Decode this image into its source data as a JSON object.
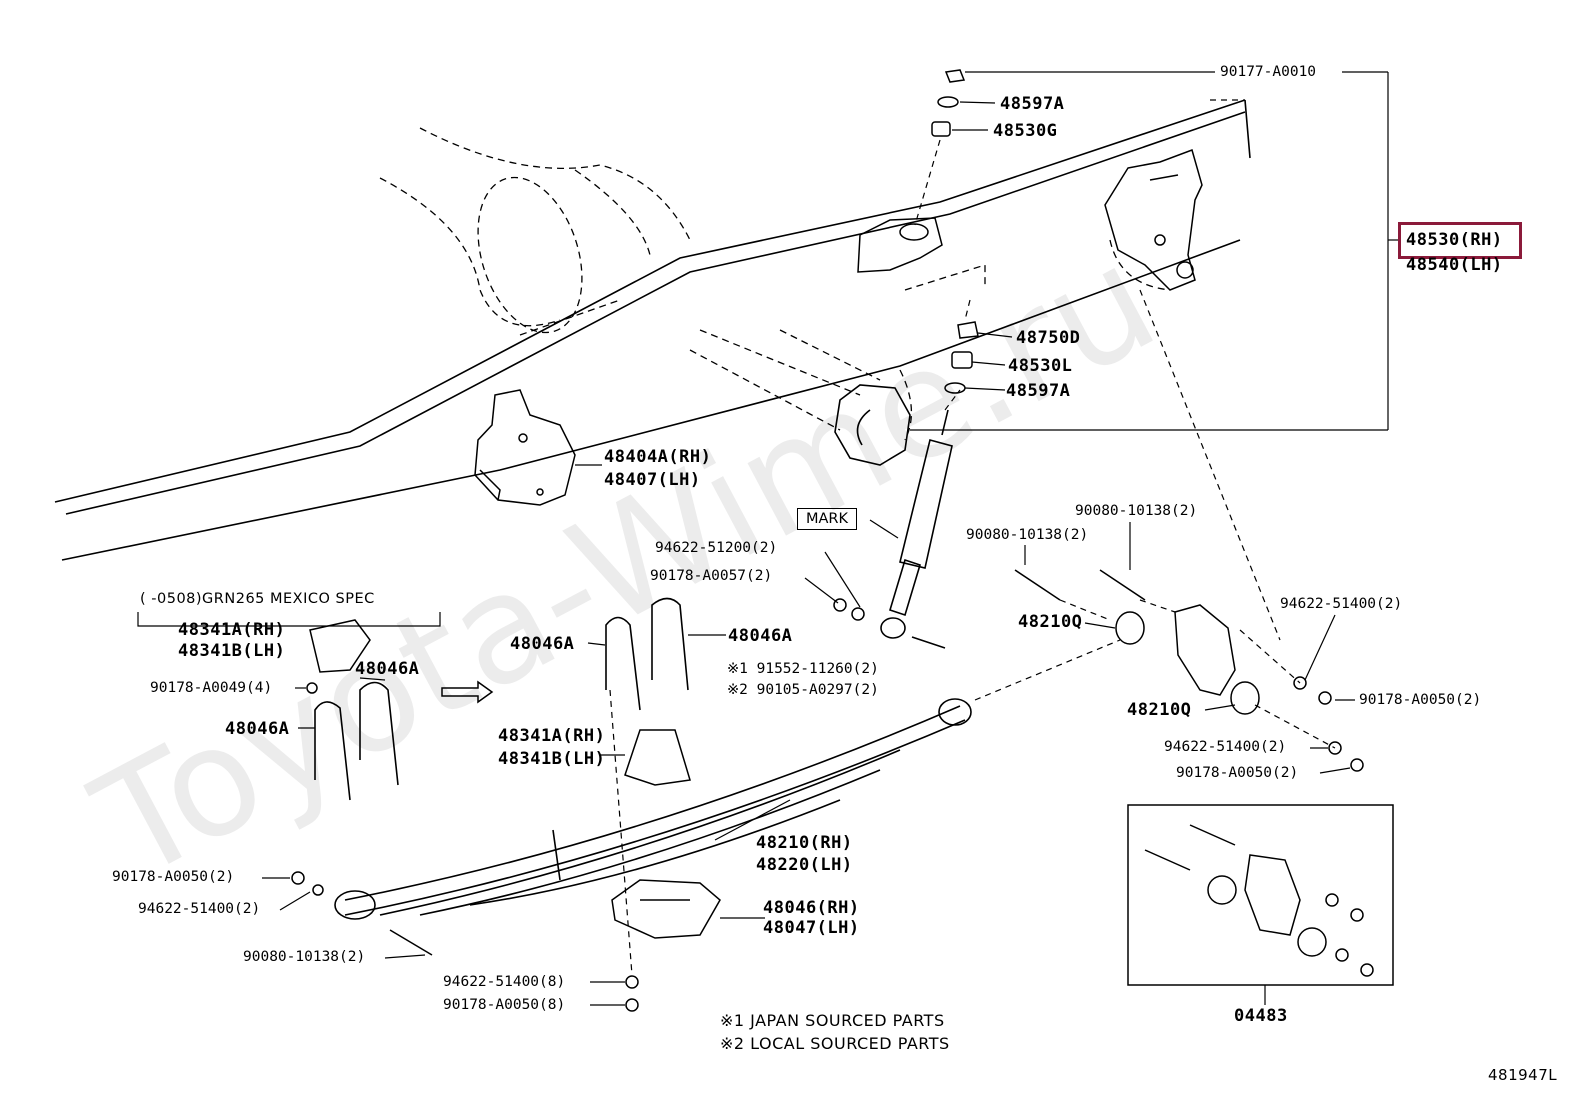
{
  "watermark": "Toyota-Wime.ru",
  "highlight_color": "#8b1a3a",
  "labels": {
    "p90177_a0010": "90177-A0010",
    "p48597a_top": "48597A",
    "p48530g": "48530G",
    "p48530_rh": "48530(RH)",
    "p48540_lh": "48540(LH)",
    "p48750d": "48750D",
    "p48530l": "48530L",
    "p48597a_bot": "48597A",
    "p48404a_rh": "48404A(RH)",
    "p48407_lh": "48407(LH)",
    "mark": "MARK",
    "p94622_51200": "94622-51200(2)",
    "p90178_a0057": "90178-A0057(2)",
    "p48046a_mid_left": "48046A",
    "p48046a_mid_right": "48046A",
    "p91552_11260": "※1 91552-11260(2)",
    "p90105_a0297": "※2 90105-A0297(2)",
    "p90080_10138_a": "90080-10138(2)",
    "p90080_10138_b": "90080-10138(2)",
    "p48210q_a": "48210Q",
    "p48210q_b": "48210Q",
    "p94622_51400_right": "94622-51400(2)",
    "p90178_a0050_right": "90178-A0050(2)",
    "p94622_51400_mid": "94622-51400(2)",
    "p90178_a0050_mid": "90178-A0050(2)",
    "mexico_spec": "(    -0508)GRN265 MEXICO SPEC",
    "p48341a_rh_left": "48341A(RH)",
    "p48341b_lh_left": "48341B(LH)",
    "p48046a_left_top": "48046A",
    "p90178_a0049": "90178-A0049(4)",
    "p48046a_left": "48046A",
    "p48341a_rh_mid": "48341A(RH)",
    "p48341b_lh_mid": "48341B(LH)",
    "p48210_rh": "48210(RH)",
    "p48220_lh": "48220(LH)",
    "p90178_a0050_left": "90178-A0050(2)",
    "p94622_51400_left": "94622-51400(2)",
    "p90080_10138_left": "90080-10138(2)",
    "p48046_rh": "48046(RH)",
    "p48047_lh": "48047(LH)",
    "p94622_51400_8": "94622-51400(8)",
    "p90178_a0050_8": "90178-A0050(8)",
    "note1": "※1  JAPAN SOURCED PARTS",
    "note2": "※2  LOCAL SOURCED PARTS",
    "kit": "04483",
    "diagram_id": "481947L"
  }
}
